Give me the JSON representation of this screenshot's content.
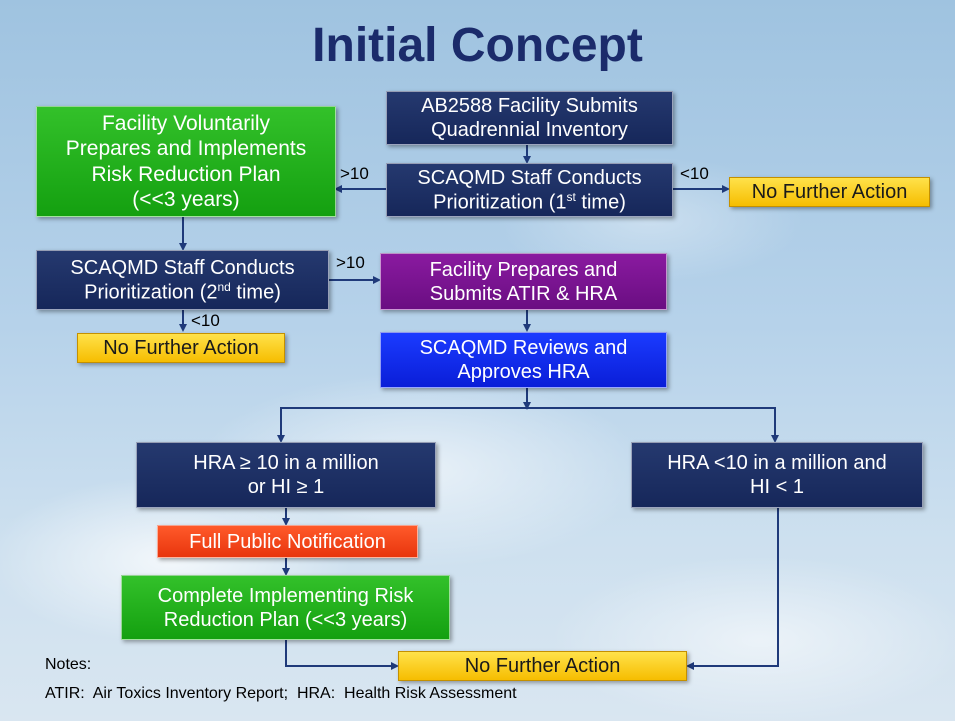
{
  "title": "Initial Concept",
  "boxes": {
    "submit_inventory": "AB2588 Facility Submits\nQuadrennial Inventory",
    "prioritization_1": {
      "text": "SCAQMD Staff Conducts\nPrioritization (1",
      "sup": "st",
      "tail": " time)"
    },
    "no_further_1": "No Further Action",
    "voluntary_plan": "Facility Voluntarily\nPrepares and Implements\nRisk Reduction Plan\n(<<3 years)",
    "prioritization_2": {
      "text": "SCAQMD Staff Conducts\nPrioritization (2",
      "sup": "nd",
      "tail": " time)"
    },
    "no_further_2": "No Further Action",
    "atir_hra": "Facility Prepares and\nSubmits ATIR & HRA",
    "reviews_hra": "SCAQMD Reviews and\nApproves HRA",
    "hra_high": "HRA ≥ 10 in a million\nor HI ≥ 1",
    "hra_low": "HRA <10 in a million and\nHI < 1",
    "public_notification": "Full Public Notification",
    "complete_plan": "Complete Implementing Risk\nReduction Plan (<<3 years)",
    "no_further_3": "No Further Action"
  },
  "labels": {
    "gt10_a": ">10",
    "lt10_a": "<10",
    "gt10_b": ">10",
    "lt10_b": "<10"
  },
  "notes": {
    "heading": "Notes:",
    "definitions": "ATIR:  Air Toxics Inventory Report;  HRA:  Health Risk Assessment"
  }
}
